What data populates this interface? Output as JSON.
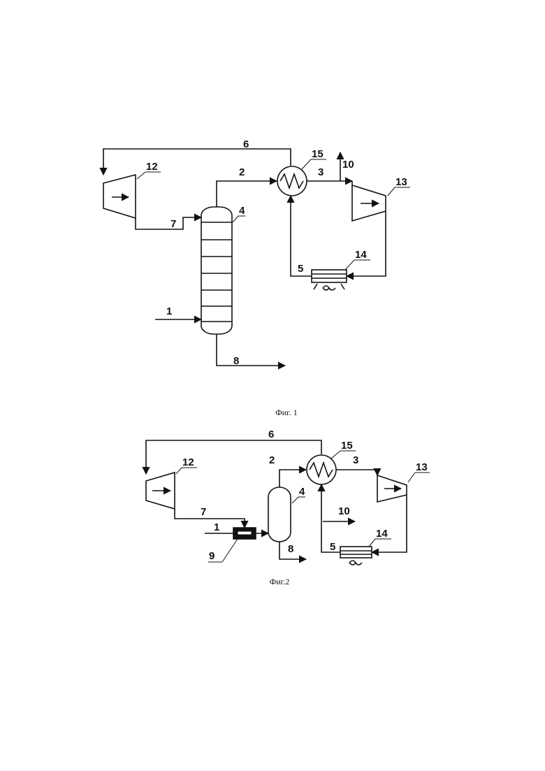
{
  "figures": [
    {
      "caption": "Фиг. 1",
      "labels": {
        "n1": "1",
        "n2": "2",
        "n3": "3",
        "n4": "4",
        "n5": "5",
        "n6": "6",
        "n7": "7",
        "n8": "8",
        "n10": "10",
        "n12": "12",
        "n13": "13",
        "n14": "14",
        "n15": "15"
      }
    },
    {
      "caption": "Фиг.2",
      "labels": {
        "n1": "1",
        "n2": "2",
        "n3": "3",
        "n4": "4",
        "n5": "5",
        "n6": "6",
        "n7": "7",
        "n8": "8",
        "n9": "9",
        "n10": "10",
        "n12": "12",
        "n13": "13",
        "n14": "14",
        "n15": "15"
      }
    }
  ]
}
